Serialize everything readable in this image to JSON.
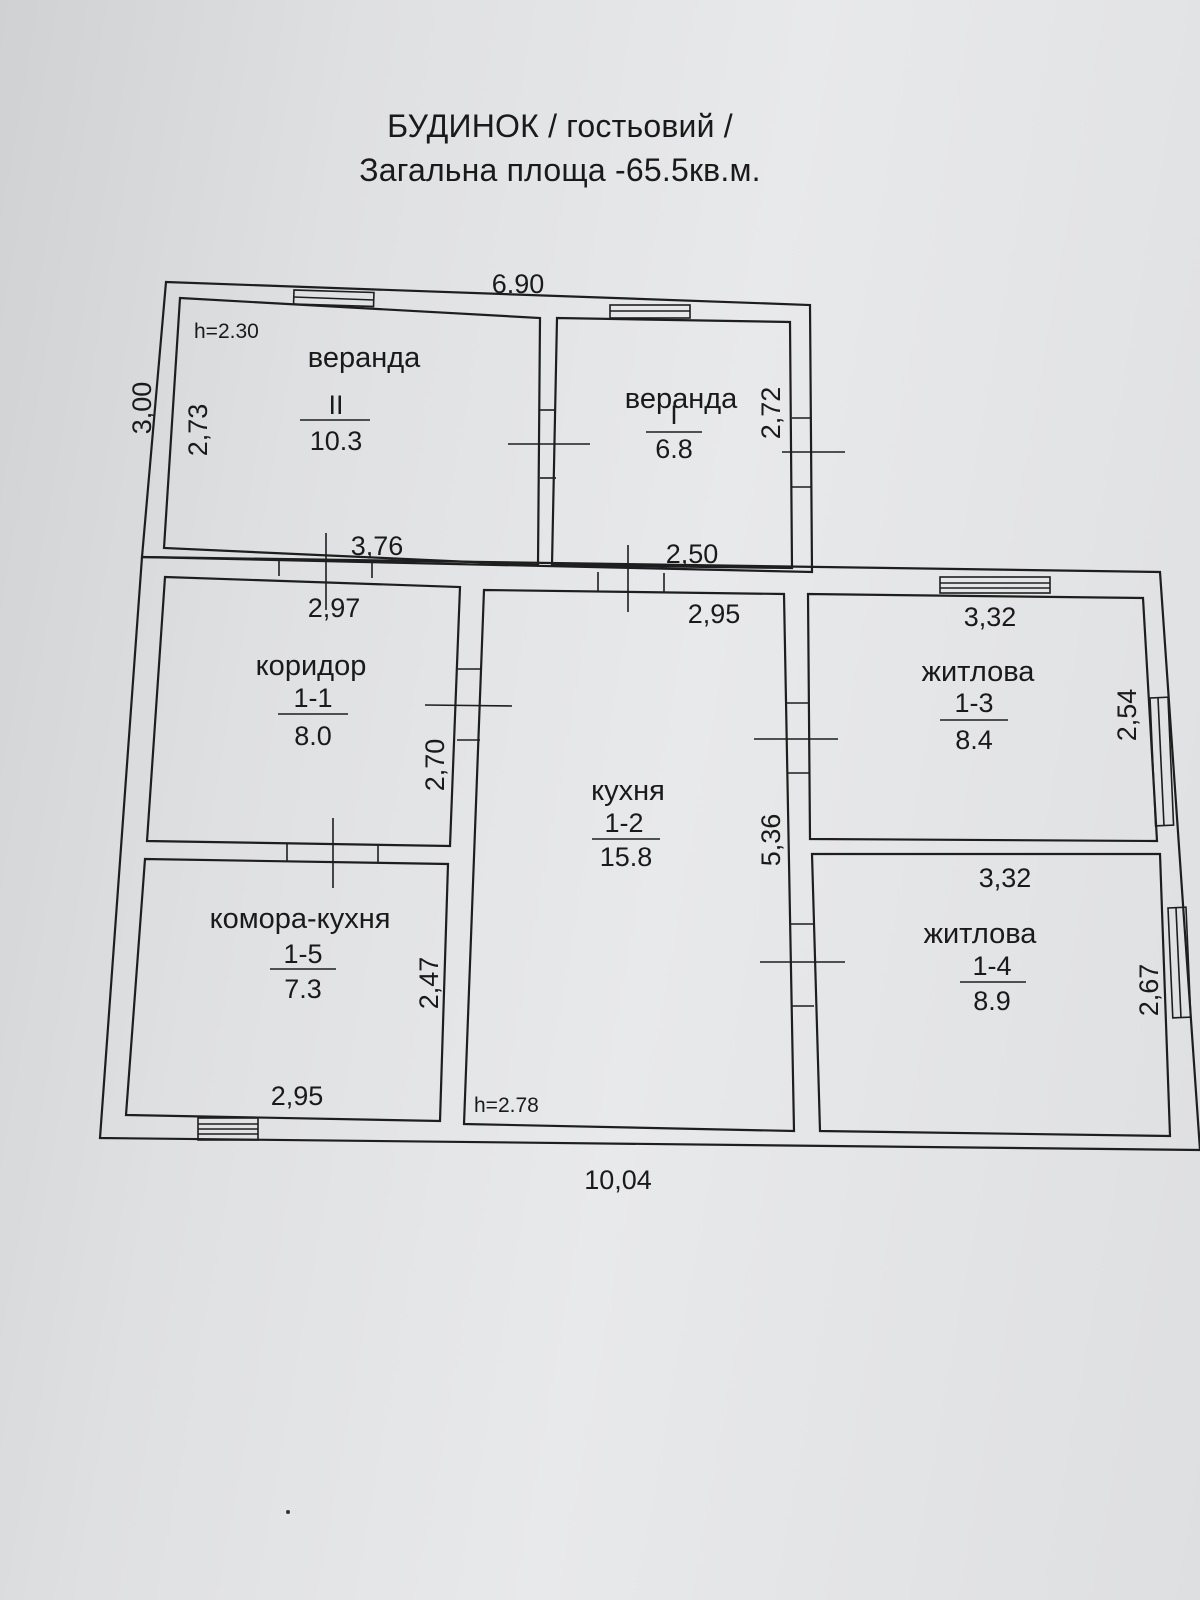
{
  "title": {
    "line1": "БУДИНОК / гостьовий /",
    "line2": "Загальна площа -65.5кв.м."
  },
  "heights": {
    "veranda": "h=2.30",
    "main": "h=2.78"
  },
  "rooms": {
    "veranda_ii": {
      "name": "веранда",
      "number": "II",
      "area": "10.3"
    },
    "veranda_i": {
      "name": "веранда",
      "number": "I",
      "area": "6.8"
    },
    "corridor": {
      "name": "коридор",
      "number": "1-1",
      "area": "8.0"
    },
    "kitchen": {
      "name": "кухня",
      "number": "1-2",
      "area": "15.8"
    },
    "living_1_3": {
      "name": "житлова",
      "number": "1-3",
      "area": "8.4"
    },
    "living_1_4": {
      "name": "житлова",
      "number": "1-4",
      "area": "8.9"
    },
    "pantry": {
      "name": "комора-кухня",
      "number": "1-5",
      "area": "7.3"
    }
  },
  "dimensions": {
    "veranda_top": "6.90",
    "veranda_outer_height": "3,00",
    "veranda_ii_height": "2,73",
    "veranda_i_height": "2,72",
    "veranda_ii_width": "3,76",
    "veranda_i_width": "2,50",
    "corridor_width": "2,97",
    "corridor_height": "2,70",
    "kitchen_width": "2,95",
    "kitchen_height": "5,36",
    "living_1_3_width": "3,32",
    "living_1_3_height": "2,54",
    "living_1_4_width": "3,32",
    "living_1_4_height": "2,67",
    "pantry_height": "2,47",
    "pantry_width": "2,95",
    "house_length": "10,04"
  }
}
